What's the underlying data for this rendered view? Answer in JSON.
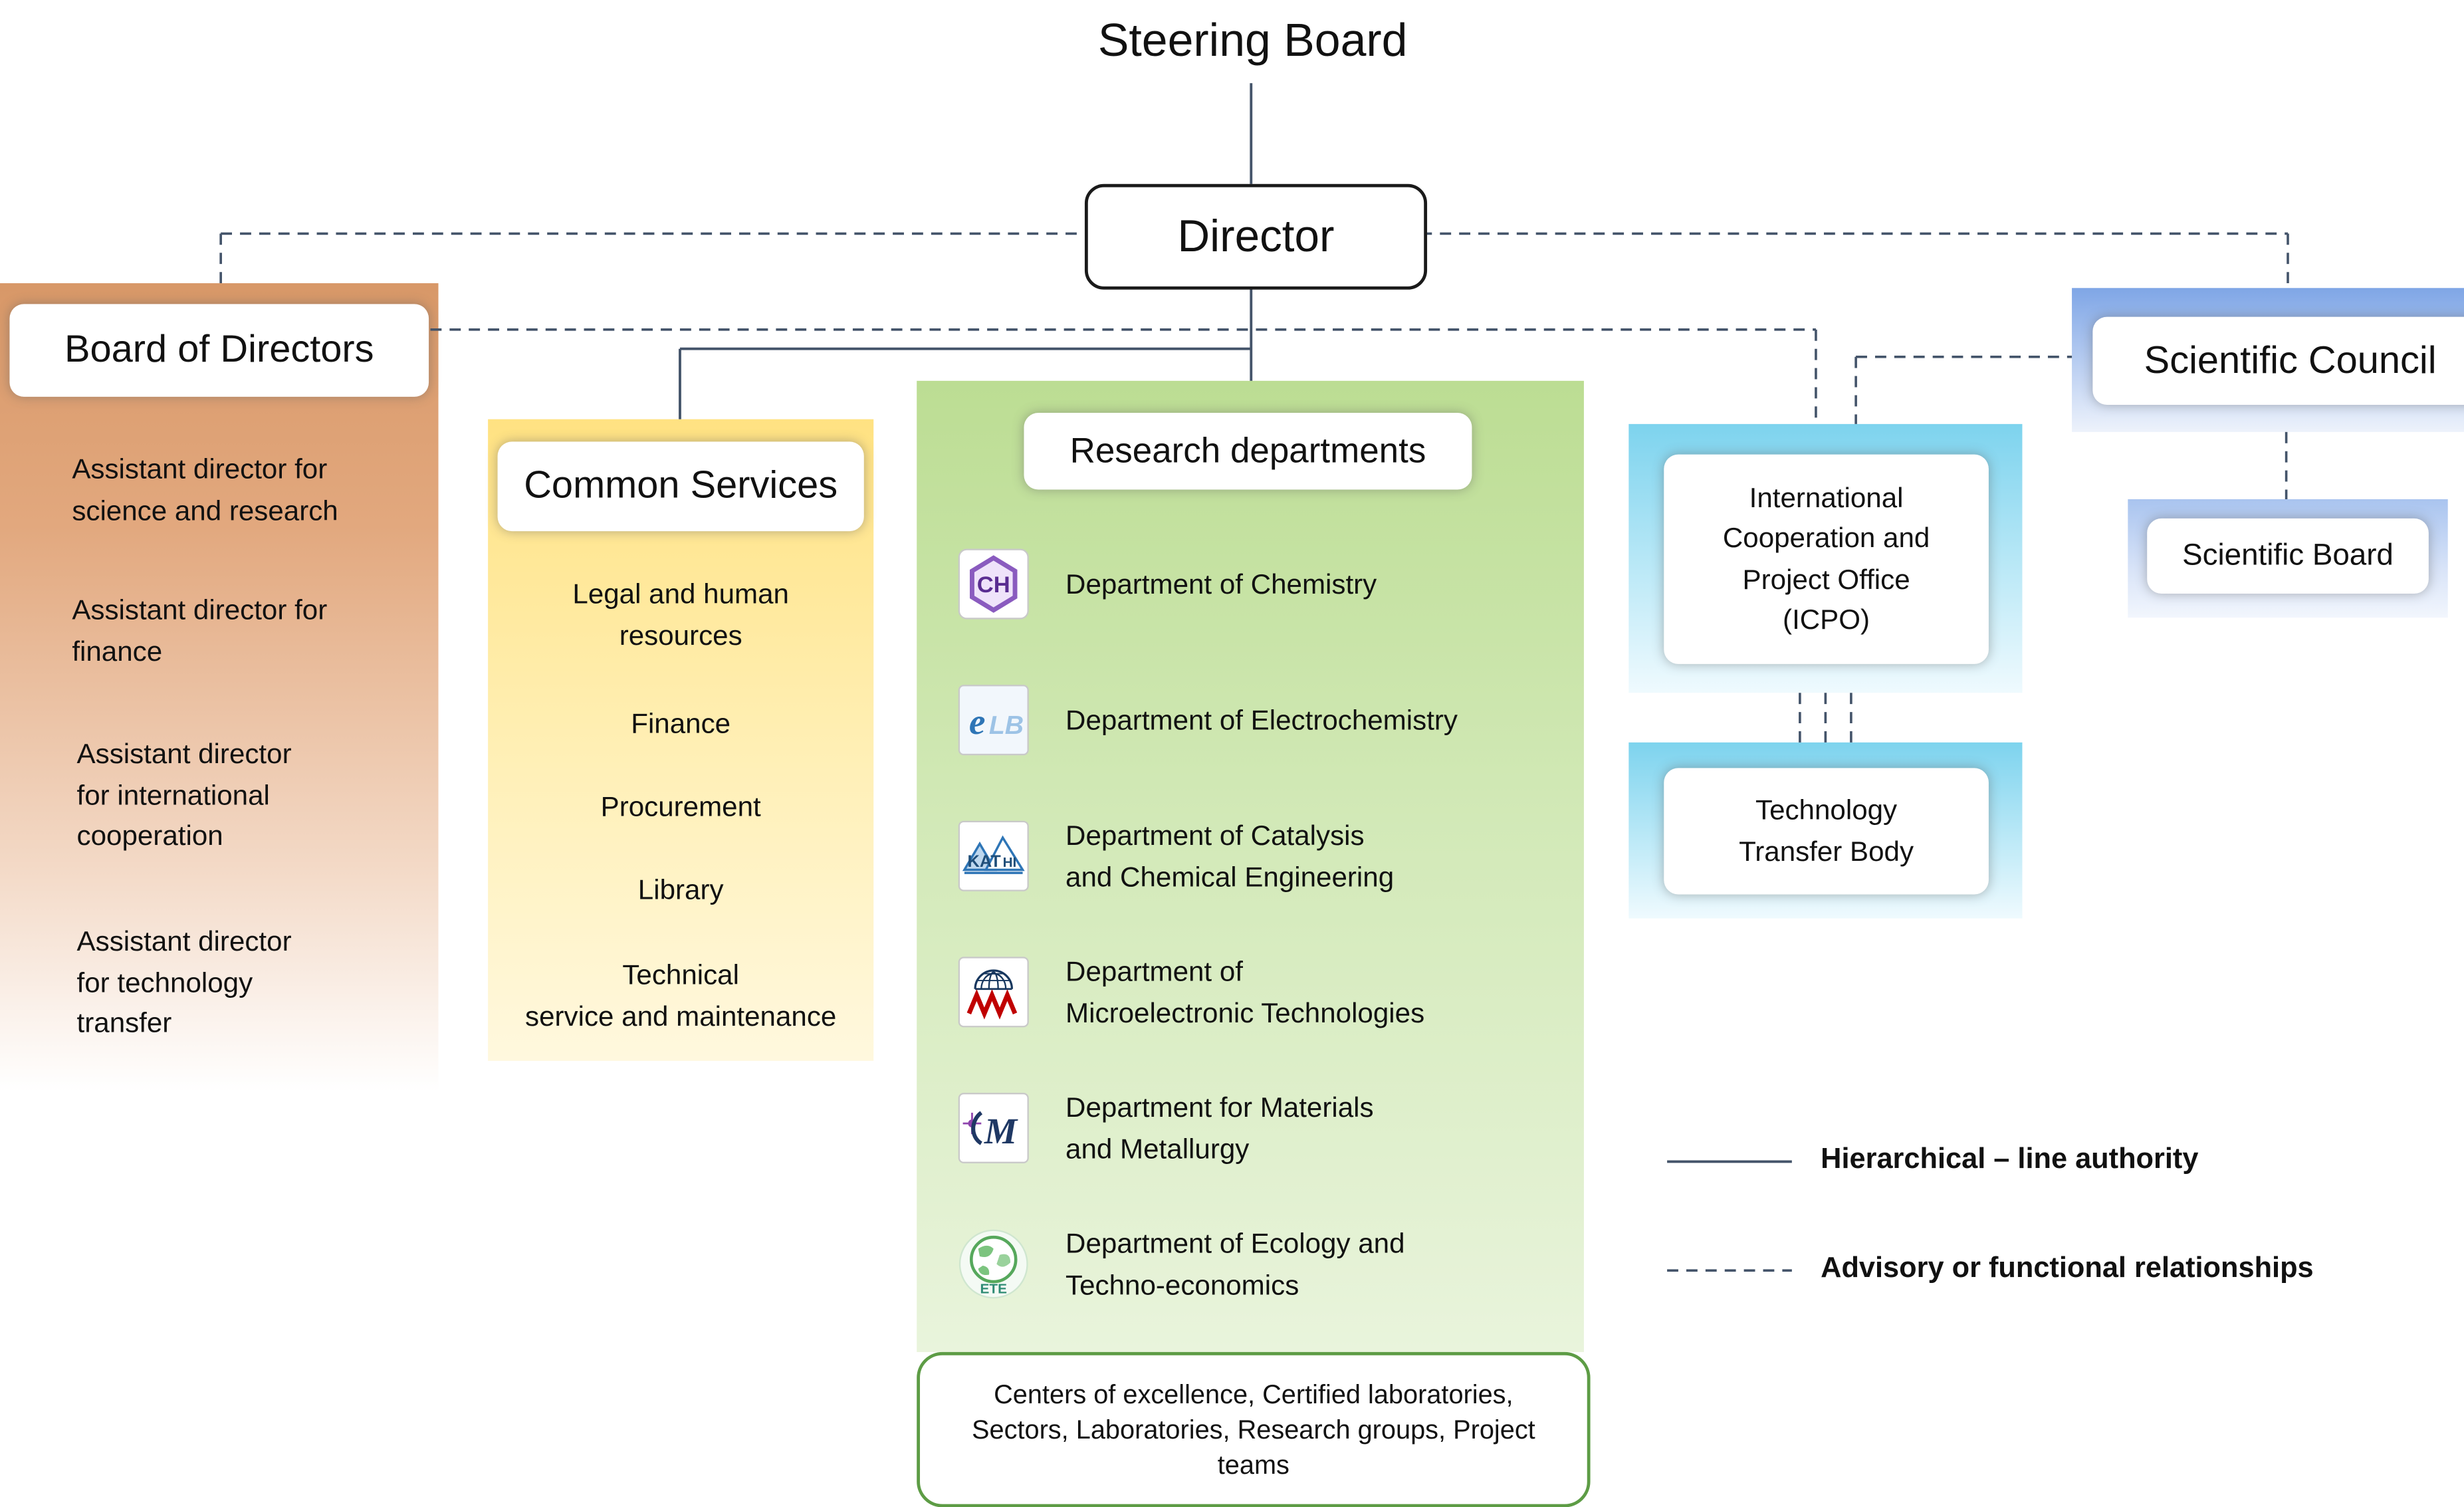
{
  "title": "Steering Board",
  "director": {
    "label": "Director"
  },
  "board_of_directors": {
    "title": "Board of Directors",
    "items": [
      "Assistant director for\nscience and research",
      "Assistant director for\nfinance",
      "Assistant director\nfor international\ncooperation",
      "Assistant director\nfor technology\ntransfer"
    ]
  },
  "common_services": {
    "title": "Common Services",
    "items": [
      "Legal and human\nresources",
      "Finance",
      "Procurement",
      "Library",
      "Technical\nservice and maintenance"
    ]
  },
  "research_departments": {
    "title": "Research departments",
    "items": [
      {
        "label": "Department of Chemistry",
        "icon": "chemistry-icon"
      },
      {
        "label": "Department of Electrochemistry",
        "icon": "electrochemistry-icon"
      },
      {
        "label": "Department of Catalysis\nand Chemical Engineering",
        "icon": "catalysis-icon"
      },
      {
        "label": "Department of\nMicroelectronic Technologies",
        "icon": "microelectronics-icon"
      },
      {
        "label": "Department for Materials\nand Metallurgy",
        "icon": "materials-icon"
      },
      {
        "label": "Department of Ecology and\nTechno-economics",
        "icon": "ecology-icon"
      }
    ],
    "footer": "Centers of excellence, Certified laboratories,\nSectors, Laboratories, Research groups, Project\nteams"
  },
  "icpo": {
    "label": "International\nCooperation and\nProject Office\n(ICPO)"
  },
  "technology_transfer_body": {
    "label": "Technology\nTransfer Body"
  },
  "scientific_council": {
    "label": "Scientific Council"
  },
  "scientific_board": {
    "label": "Scientific Board"
  },
  "legend": [
    {
      "style": "solid",
      "label": "Hierarchical – line authority"
    },
    {
      "style": "dashed",
      "label": "Advisory or functional relationships"
    }
  ],
  "colors": {
    "connector_line": "#44546A",
    "board_of_directors_top": "#D89868",
    "common_services_top": "#FFE282",
    "research_top": "#BCDD93",
    "icpo_top": "#7DD3EE",
    "scientific_council_top": "#7FA6E6",
    "research_footer_border": "#5D9C45"
  }
}
